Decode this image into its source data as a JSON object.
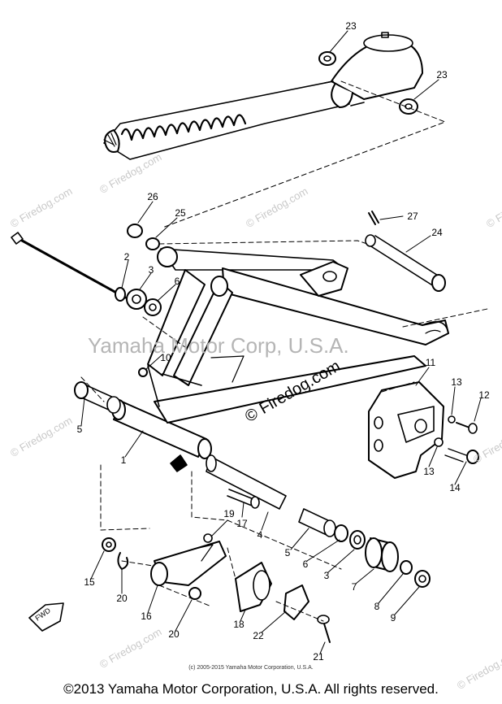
{
  "watermarks": {
    "main": "Yamaha Motor Corp, U.S.A.",
    "firedog_small": "© Firedog.com",
    "firedog_center": "© Firedog.com"
  },
  "callouts": [
    {
      "id": "c23a",
      "label": "23"
    },
    {
      "id": "c23b",
      "label": "23"
    },
    {
      "id": "c26",
      "label": "26"
    },
    {
      "id": "c25",
      "label": "25"
    },
    {
      "id": "c27",
      "label": "27"
    },
    {
      "id": "c24",
      "label": "24"
    },
    {
      "id": "c2",
      "label": "2"
    },
    {
      "id": "c3a",
      "label": "3"
    },
    {
      "id": "c6a",
      "label": "6"
    },
    {
      "id": "c10",
      "label": "10"
    },
    {
      "id": "c5a",
      "label": "5"
    },
    {
      "id": "c1",
      "label": "1"
    },
    {
      "id": "c11",
      "label": "11"
    },
    {
      "id": "c13a",
      "label": "13"
    },
    {
      "id": "c12",
      "label": "12"
    },
    {
      "id": "c13b",
      "label": "13"
    },
    {
      "id": "c14",
      "label": "14"
    },
    {
      "id": "c17",
      "label": "17"
    },
    {
      "id": "c19",
      "label": "19"
    },
    {
      "id": "c4",
      "label": "4"
    },
    {
      "id": "c5b",
      "label": "5"
    },
    {
      "id": "c6b",
      "label": "6"
    },
    {
      "id": "c3b",
      "label": "3"
    },
    {
      "id": "c7",
      "label": "7"
    },
    {
      "id": "c8",
      "label": "8"
    },
    {
      "id": "c9",
      "label": "9"
    },
    {
      "id": "c15",
      "label": "15"
    },
    {
      "id": "c20a",
      "label": "20"
    },
    {
      "id": "c16",
      "label": "16"
    },
    {
      "id": "c20b",
      "label": "20"
    },
    {
      "id": "c18",
      "label": "18"
    },
    {
      "id": "c22",
      "label": "22"
    },
    {
      "id": "c21",
      "label": "21"
    }
  ],
  "fwd_label": "FWD",
  "small_copyright": "(c) 2005-2015 Yamaha Motor Corporation, U.S.A.",
  "footer": "©2013 Yamaha Motor Corporation, U.S.A. All rights reserved."
}
